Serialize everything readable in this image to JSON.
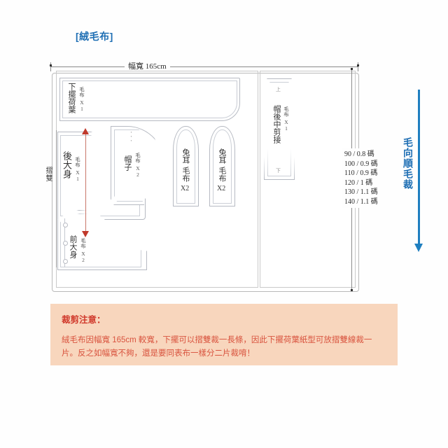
{
  "title": "[絨毛布]",
  "fabric": {
    "width_label": "幅寬 165cm",
    "nap_label": "毛向順毛裁",
    "fold_label": "摺雙"
  },
  "sizes": [
    "90 / 0.8 碼",
    "100 / 0.9 碼",
    "110 / 0.9 碼",
    "120 / 1 碼",
    "130 / 1.1 碼",
    "140 / 1.1 碼"
  ],
  "pieces": {
    "ruffle": {
      "name": "下擺荷葉",
      "fabric": "毛布",
      "qty": "X1"
    },
    "back": {
      "name": "後大身",
      "fabric": "毛布",
      "qty": "X1"
    },
    "front": {
      "name": "前大身",
      "fabric": "毛布",
      "qty": "X2"
    },
    "hat": {
      "name": "帽子",
      "fabric": "毛布",
      "qty": "X2"
    },
    "ear_left": {
      "name": "兔耳",
      "fabric": "毛布",
      "qty": "X2"
    },
    "ear_right": {
      "name": "兔耳",
      "fabric": "毛布",
      "qty": "X2"
    },
    "hood_back": {
      "name": "帽後中剪接",
      "fabric": "毛布",
      "qty": "X1",
      "top_mark": "上",
      "bottom_mark": "下"
    }
  },
  "notice": {
    "title": "裁剪注意：",
    "body": "絨毛布因幅寬 165cm 較寬，下擺可以摺雙裁一長條，因此下擺荷葉紙型可放摺雙線裁一片。反之如幅寬不夠，還是要同表布一樣分二片裁唷！"
  },
  "colors": {
    "accent_blue": "#1f6fb4",
    "grain_red": "#c0392b",
    "notice_bg": "#f8d6bd",
    "notice_text": "#d9543f"
  }
}
